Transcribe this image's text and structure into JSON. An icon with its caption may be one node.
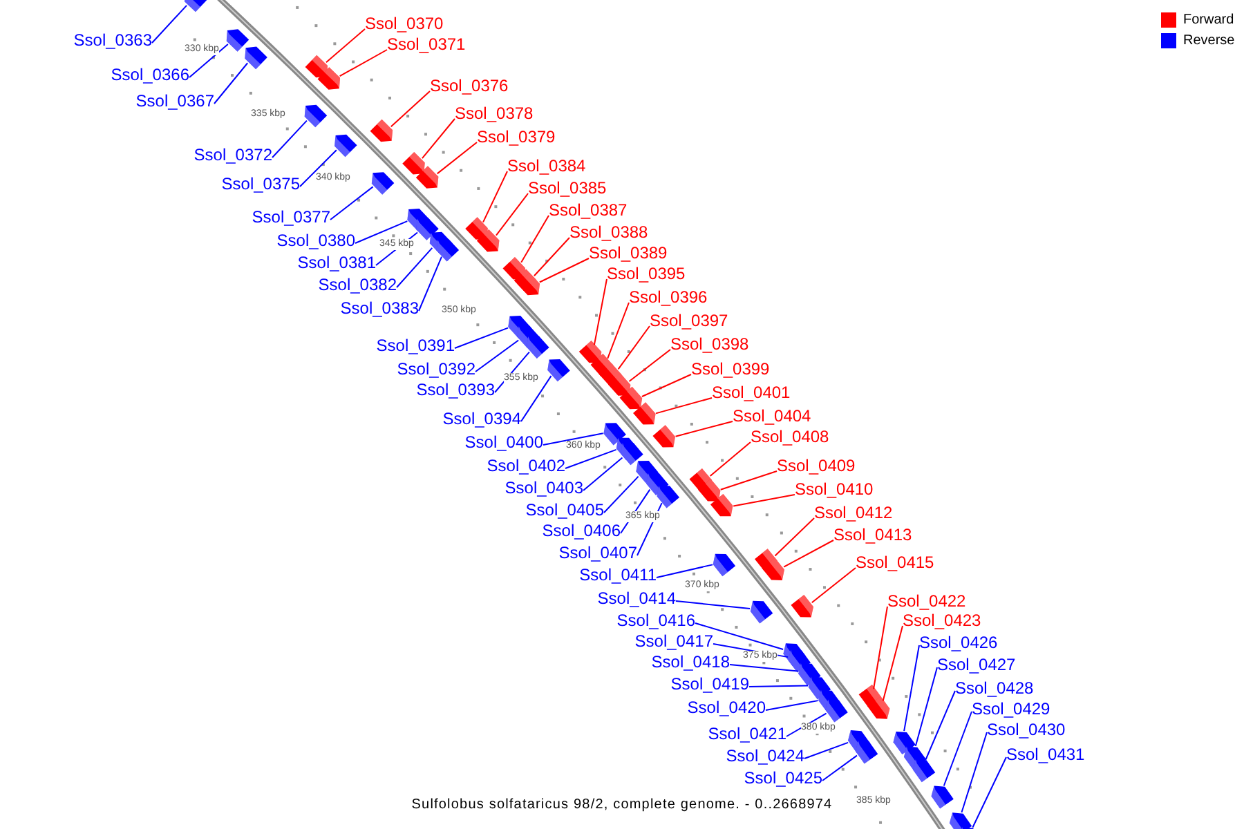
{
  "diagram": {
    "caption": "Sulfolobus solfataricus 98/2, complete genome. - 0..2668974",
    "nodes": [
      {
        "text": [
          "Ssol_0363"
        ]
      },
      {
        "text": [
          "Ssol_0366"
        ]
      },
      {
        "text": [
          "Ssol_0367"
        ]
      },
      {
        "text": [
          "Ssol_0370"
        ]
      },
      {
        "text": [
          "Ssol_0371"
        ]
      },
      {
        "text": [
          "Ssol_0372"
        ]
      },
      {
        "text": [
          "Ssol_0375"
        ]
      },
      {
        "text": [
          "Ssol_0376"
        ]
      },
      {
        "text": [
          "Ssol_0377"
        ]
      },
      {
        "text": [
          "Ssol_0378"
        ]
      },
      {
        "text": [
          "Ssol_0379"
        ]
      },
      {
        "text": [
          "Ssol_0380"
        ]
      },
      {
        "text": [
          "Ssol_0381"
        ]
      },
      {
        "text": [
          "Ssol_0382"
        ]
      },
      {
        "text": [
          "Ssol_0383"
        ]
      },
      {
        "text": [
          "Ssol_0384"
        ]
      },
      {
        "text": [
          "Ssol_0385"
        ]
      },
      {
        "text": [
          "Ssol_0387"
        ]
      },
      {
        "text": [
          "Ssol_0388"
        ]
      },
      {
        "text": [
          "Ssol_0389"
        ]
      },
      {
        "text": [
          "Ssol_0391"
        ]
      },
      {
        "text": [
          "Ssol_0392"
        ]
      },
      {
        "text": [
          "Ssol_0393"
        ]
      },
      {
        "text": [
          "Ssol_0394"
        ]
      },
      {
        "text": [
          "Ssol_0395"
        ]
      },
      {
        "text": [
          "Ssol_0396"
        ]
      },
      {
        "text": [
          "Ssol_0397"
        ]
      },
      {
        "text": [
          "Ssol_0398"
        ]
      },
      {
        "text": [
          "Ssol_0399"
        ]
      },
      {
        "text": [
          "Ssol_0400"
        ]
      },
      {
        "text": [
          "Ssol_0401"
        ]
      },
      {
        "text": [
          "Ssol_0402"
        ]
      },
      {
        "text": [
          "Ssol_0403"
        ]
      },
      {
        "text": [
          "Ssol_0404"
        ]
      },
      {
        "text": [
          "Ssol_0405"
        ]
      },
      {
        "text": [
          "Ssol_0406"
        ]
      },
      {
        "text": [
          "Ssol_0407"
        ]
      },
      {
        "text": [
          "Ssol_0408"
        ]
      },
      {
        "text": [
          "Ssol_0409"
        ]
      },
      {
        "text": [
          "Ssol_0410"
        ]
      },
      {
        "text": [
          "Ssol_0411"
        ]
      },
      {
        "text": [
          "Ssol_0412"
        ]
      },
      {
        "text": [
          "Ssol_0413"
        ]
      },
      {
        "text": [
          "Ssol_0414"
        ]
      },
      {
        "text": [
          "Ssol_0415"
        ]
      },
      {
        "text": [
          "Ssol_0416"
        ]
      },
      {
        "text": [
          "Ssol_0417"
        ]
      },
      {
        "text": [
          "Ssol_0418"
        ]
      },
      {
        "text": [
          "Ssol_0419"
        ]
      },
      {
        "text": [
          "Ssol_0420"
        ]
      },
      {
        "text": [
          "Ssol_0421"
        ]
      },
      {
        "text": [
          "Ssol_0422"
        ]
      },
      {
        "text": [
          "Ssol_0423"
        ]
      },
      {
        "text": [
          "Ssol_0424"
        ]
      },
      {
        "text": [
          "Ssol_0425"
        ]
      },
      {
        "text": [
          "Ssol_0426"
        ]
      },
      {
        "text": [
          "Ssol_0427"
        ]
      },
      {
        "text": [
          "Ssol_0428"
        ]
      },
      {
        "text": [
          "Ssol_0429"
        ]
      },
      {
        "text": [
          "Ssol_0430"
        ]
      },
      {
        "text": [
          "Ssol_0431"
        ]
      },
      {
        "text": [],
        "shape": "box"
      },
      {
        "text": [],
        "shape": "box"
      },
      {
        "text": [],
        "shape": "box"
      },
      {
        "text": [],
        "shape": "box"
      },
      {
        "text": [],
        "shape": "box"
      },
      {
        "text": [],
        "shape": "box"
      },
      {
        "text": [],
        "shape": "box"
      },
      {
        "text": [],
        "shape": "box"
      },
      {
        "text": [],
        "shape": "box"
      },
      {
        "text": [],
        "shape": "box"
      },
      {
        "text": [],
        "shape": "box"
      },
      {
        "text": [],
        "shape": "box"
      },
      {
        "text": [],
        "shape": "box"
      },
      {
        "text": [],
        "shape": "box"
      },
      {
        "text": [],
        "shape": "box"
      },
      {
        "text": [],
        "shape": "box"
      },
      {
        "text": [],
        "shape": "box"
      },
      {
        "text": [],
        "shape": "box"
      },
      {
        "text": [],
        "shape": "box"
      },
      {
        "text": [],
        "shape": "box"
      },
      {
        "text": [],
        "shape": "box"
      },
      {
        "text": [],
        "shape": "box"
      },
      {
        "text": [],
        "shape": "box"
      },
      {
        "text": [],
        "shape": "box"
      },
      {
        "text": [],
        "shape": "box"
      },
      {
        "text": [],
        "shape": "box"
      },
      {
        "text": [],
        "shape": "box"
      },
      {
        "text": [],
        "shape": "box"
      },
      {
        "text": [],
        "shape": "box"
      },
      {
        "text": [],
        "shape": "box"
      },
      {
        "text": [],
        "shape": "box"
      },
      {
        "text": [],
        "shape": "box"
      },
      {
        "text": [],
        "shape": "box"
      },
      {
        "text": [],
        "shape": "box"
      },
      {
        "text": [],
        "shape": "box"
      },
      {
        "text": [],
        "shape": "box"
      },
      {
        "text": [],
        "shape": "box"
      },
      {
        "text": [],
        "shape": "box"
      },
      {
        "text": [],
        "shape": "box"
      },
      {
        "text": [],
        "shape": "box"
      },
      {
        "text": [],
        "shape": "box"
      },
      {
        "text": [],
        "shape": "box"
      },
      {
        "text": [],
        "shape": "box"
      },
      {
        "text": [],
        "shape": "box"
      },
      {
        "text": [],
        "shape": "box"
      },
      {
        "text": [],
        "shape": "box"
      },
      {
        "text": [],
        "shape": "box"
      },
      {
        "text": [],
        "shape": "box"
      },
      {
        "text": [],
        "shape": "box"
      },
      {
        "text": [],
        "shape": "box"
      },
      {
        "text": [],
        "shape": "box"
      },
      {
        "text": [],
        "shape": "box"
      },
      {
        "text": [],
        "shape": "box"
      },
      {
        "text": [],
        "shape": "box"
      },
      {
        "text": [],
        "shape": "box"
      },
      {
        "text": [],
        "shape": "box"
      },
      {
        "text": [],
        "shape": "box"
      },
      {
        "text": [],
        "shape": "box"
      },
      {
        "text": [],
        "shape": "box"
      },
      {
        "text": [],
        "shape": "box"
      },
      {
        "text": [],
        "shape": "box"
      }
    ],
    "edges": [
      {
        "from": 0,
        "to": 61,
        "arrow": "none"
      },
      {
        "from": 1,
        "to": 62,
        "arrow": "none"
      },
      {
        "from": 2,
        "to": 63,
        "arrow": "none"
      },
      {
        "from": 3,
        "to": 64,
        "arrow": "none",
        "color": "#ff0000"
      },
      {
        "from": 4,
        "to": 65,
        "arrow": "none",
        "color": "#ff0000"
      },
      {
        "from": 5,
        "to": 66,
        "arrow": "none"
      },
      {
        "from": 6,
        "to": 67,
        "arrow": "none"
      },
      {
        "from": 7,
        "to": 68,
        "arrow": "none",
        "color": "#ff0000"
      },
      {
        "from": 8,
        "to": 69,
        "arrow": "none"
      },
      {
        "from": 9,
        "to": 70,
        "arrow": "none",
        "color": "#ff0000"
      },
      {
        "from": 10,
        "to": 71,
        "arrow": "none",
        "color": "#ff0000"
      },
      {
        "from": 11,
        "to": 72,
        "arrow": "none"
      },
      {
        "from": 12,
        "to": 73,
        "arrow": "none"
      },
      {
        "from": 13,
        "to": 74,
        "arrow": "none"
      },
      {
        "from": 14,
        "to": 75,
        "arrow": "none"
      },
      {
        "from": 15,
        "to": 76,
        "arrow": "none",
        "color": "#ff0000"
      },
      {
        "from": 16,
        "to": 77,
        "arrow": "none",
        "color": "#ff0000"
      },
      {
        "from": 17,
        "to": 78,
        "arrow": "none",
        "color": "#ff0000"
      },
      {
        "from": 18,
        "to": 79,
        "arrow": "none",
        "color": "#ff0000"
      },
      {
        "from": 19,
        "to": 80,
        "arrow": "none",
        "color": "#ff0000"
      },
      {
        "from": 20,
        "to": 81,
        "arrow": "none"
      },
      {
        "from": 21,
        "to": 82,
        "arrow": "none"
      },
      {
        "from": 22,
        "to": 83,
        "arrow": "none"
      },
      {
        "from": 23,
        "to": 84,
        "arrow": "none"
      },
      {
        "from": 24,
        "to": 85,
        "arrow": "none",
        "color": "#ff0000"
      },
      {
        "from": 25,
        "to": 86,
        "arrow": "none",
        "color": "#ff0000"
      },
      {
        "from": 26,
        "to": 87,
        "arrow": "none",
        "color": "#ff0000"
      },
      {
        "from": 27,
        "to": 88,
        "arrow": "none",
        "color": "#ff0000"
      },
      {
        "from": 28,
        "to": 89,
        "arrow": "none",
        "color": "#ff0000"
      },
      {
        "from": 29,
        "to": 90,
        "arrow": "none"
      },
      {
        "from": 30,
        "to": 91,
        "arrow": "none",
        "color": "#ff0000"
      },
      {
        "from": 31,
        "to": 92,
        "arrow": "none"
      },
      {
        "from": 32,
        "to": 93,
        "arrow": "none"
      },
      {
        "from": 33,
        "to": 94,
        "arrow": "none",
        "color": "#ff0000"
      },
      {
        "from": 34,
        "to": 95,
        "arrow": "none"
      },
      {
        "from": 35,
        "to": 96,
        "arrow": "none"
      },
      {
        "from": 36,
        "to": 97,
        "arrow": "none"
      },
      {
        "from": 37,
        "to": 98,
        "arrow": "none",
        "color": "#ff0000"
      },
      {
        "from": 38,
        "to": 99,
        "arrow": "none",
        "color": "#ff0000"
      },
      {
        "from": 39,
        "to": 100,
        "arrow": "none",
        "color": "#ff0000"
      },
      {
        "from": 40,
        "to": 101,
        "arrow": "none"
      },
      {
        "from": 41,
        "to": 102,
        "arrow": "none",
        "color": "#ff0000"
      },
      {
        "from": 42,
        "to": 103,
        "arrow": "none",
        "color": "#ff0000"
      },
      {
        "from": 43,
        "to": 104,
        "arrow": "none"
      },
      {
        "from": 44,
        "to": 105,
        "arrow": "none",
        "color": "#ff0000"
      },
      {
        "from": 45,
        "to": 106,
        "arrow": "none"
      },
      {
        "from": 46,
        "to": 107,
        "arrow": "none"
      },
      {
        "from": 47,
        "to": 108,
        "arrow": "none"
      },
      {
        "from": 48,
        "to": 109,
        "arrow": "none"
      },
      {
        "from": 49,
        "to": 110,
        "arrow": "none"
      },
      {
        "from": 50,
        "to": 111,
        "arrow": "none"
      },
      {
        "from": 51,
        "to": 112,
        "arrow": "none",
        "color": "#ff0000"
      },
      {
        "from": 52,
        "to": 113,
        "arrow": "none",
        "color": "#ff0000"
      },
      {
        "from": 53,
        "to": 114,
        "arrow": "none"
      },
      {
        "from": 54,
        "to": 115,
        "arrow": "none"
      },
      {
        "from": 55,
        "to": 116,
        "arrow": "none"
      },
      {
        "from": 56,
        "to": 117,
        "arrow": "none"
      },
      {
        "from": 57,
        "to": 118,
        "arrow": "none"
      },
      {
        "from": 58,
        "to": 119,
        "arrow": "none"
      },
      {
        "from": 59,
        "to": 120,
        "arrow": "none"
      },
      {
        "from": 60,
        "to": 121,
        "arrow": "none"
      }
    ],
    "labels": [
      "330 kbp",
      "335 kbp",
      "340 kbp",
      "345 kbp",
      "350 kbp",
      "355 kbp",
      "360 kbp",
      "365 kbp",
      "370 kbp",
      "375 kbp",
      "380 kbp",
      "385 kbp"
    ],
    "legend": [
      {
        "text": "Forward",
        "color": "#ff0000"
      },
      {
        "text": "Reverse",
        "color": "#0000ff"
      }
    ]
  }
}
